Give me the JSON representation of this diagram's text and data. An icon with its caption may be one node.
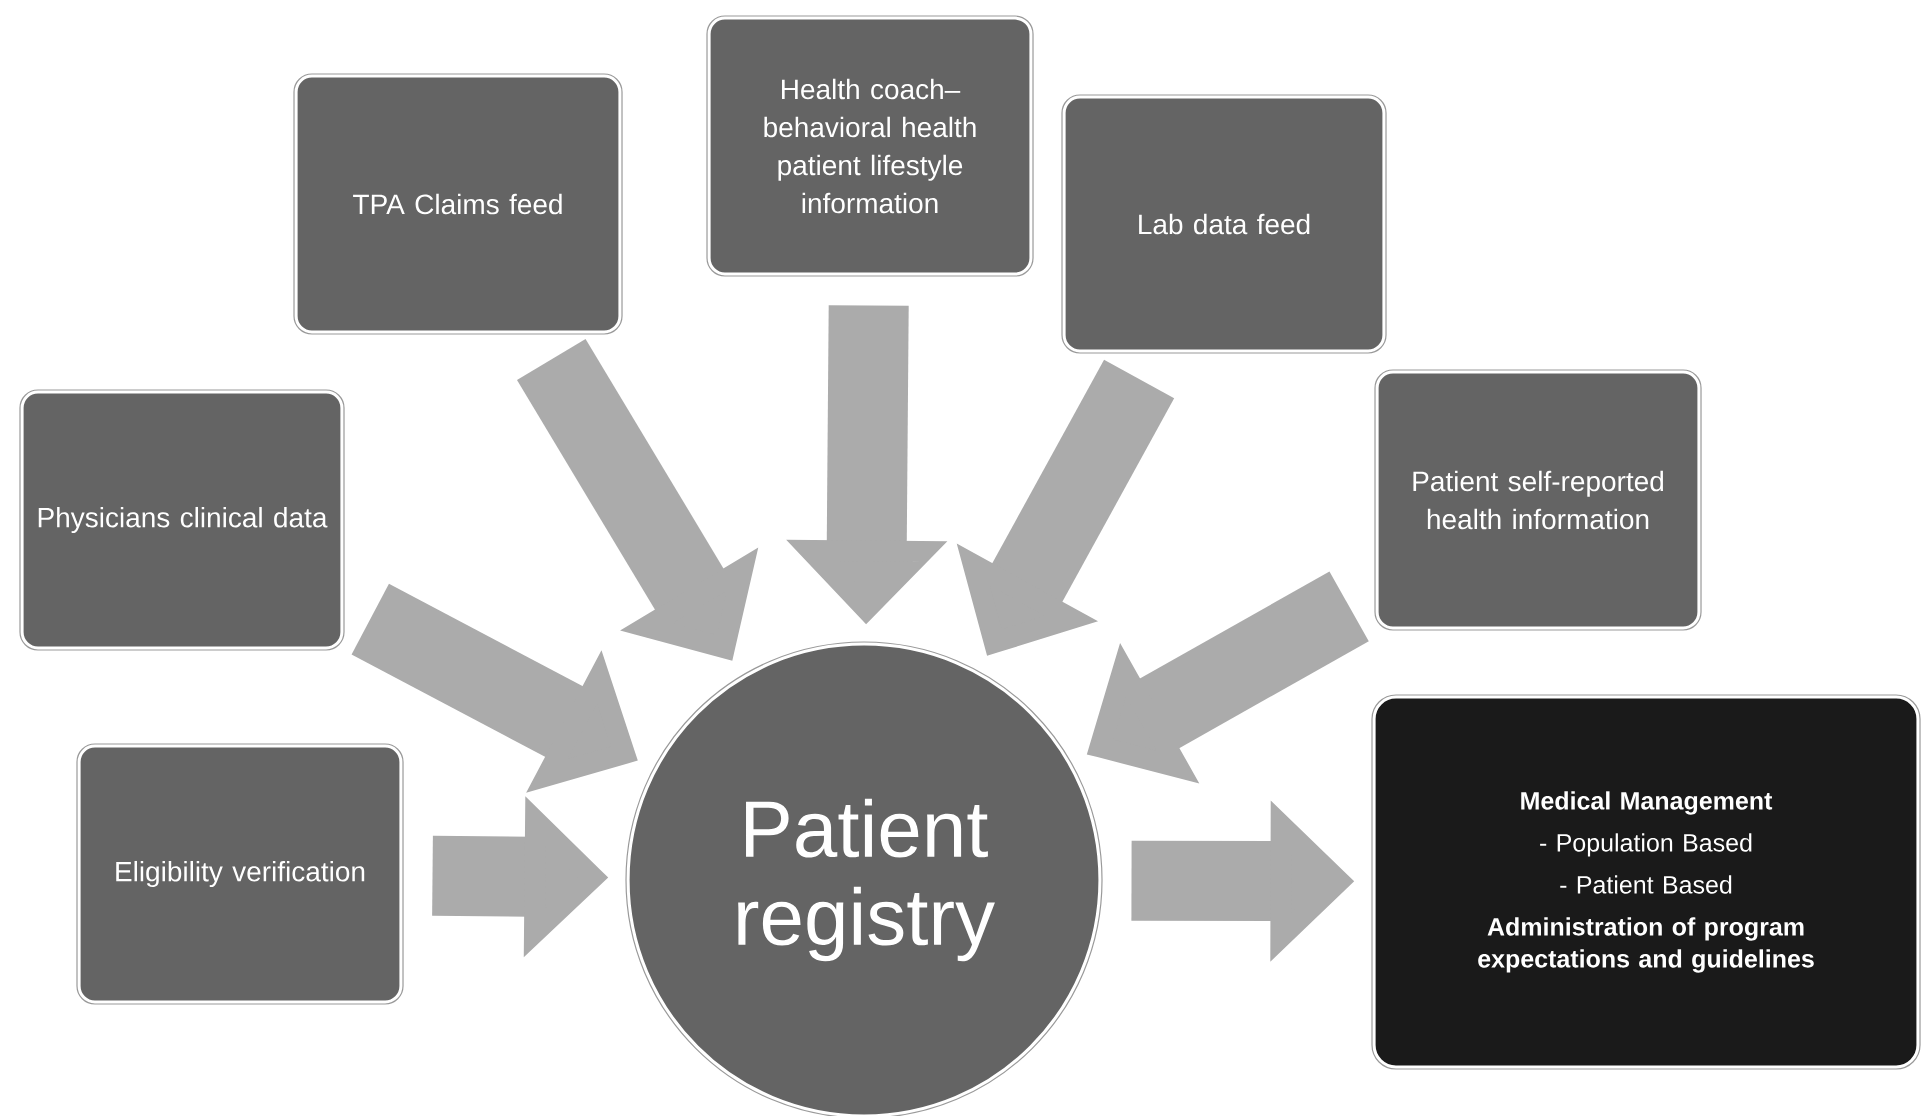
{
  "diagram": {
    "nodes": [
      {
        "text": [
          "Health coach– behavioral health patient lifestyle information"
        ]
      },
      {
        "text": [
          "TPA Claims feed"
        ]
      },
      {
        "text": [
          "Lab data feed"
        ]
      },
      {
        "text": [
          "Patient self-reported health information"
        ]
      },
      {
        "text": [
          "Physicians clinical data"
        ]
      },
      {
        "text": [
          "Eligibility verification"
        ]
      },
      {
        "text": [
          "Patient registry"
        ]
      },
      {
        "text": [
          "Medical Management",
          "- Population Based",
          "- Patient Based",
          "Administration of program expectations and guidelines"
        ]
      }
    ],
    "edges": [
      {
        "from": 0,
        "to": 6,
        "arrow": "to"
      },
      {
        "from": 1,
        "to": 6,
        "arrow": "to"
      },
      {
        "from": 2,
        "to": 6,
        "arrow": "to"
      },
      {
        "from": 3,
        "to": 6,
        "arrow": "to"
      },
      {
        "from": 4,
        "to": 6,
        "arrow": "to"
      },
      {
        "from": 5,
        "to": 6,
        "arrow": "to"
      },
      {
        "from": 6,
        "to": 7,
        "arrow": "to"
      }
    ]
  }
}
